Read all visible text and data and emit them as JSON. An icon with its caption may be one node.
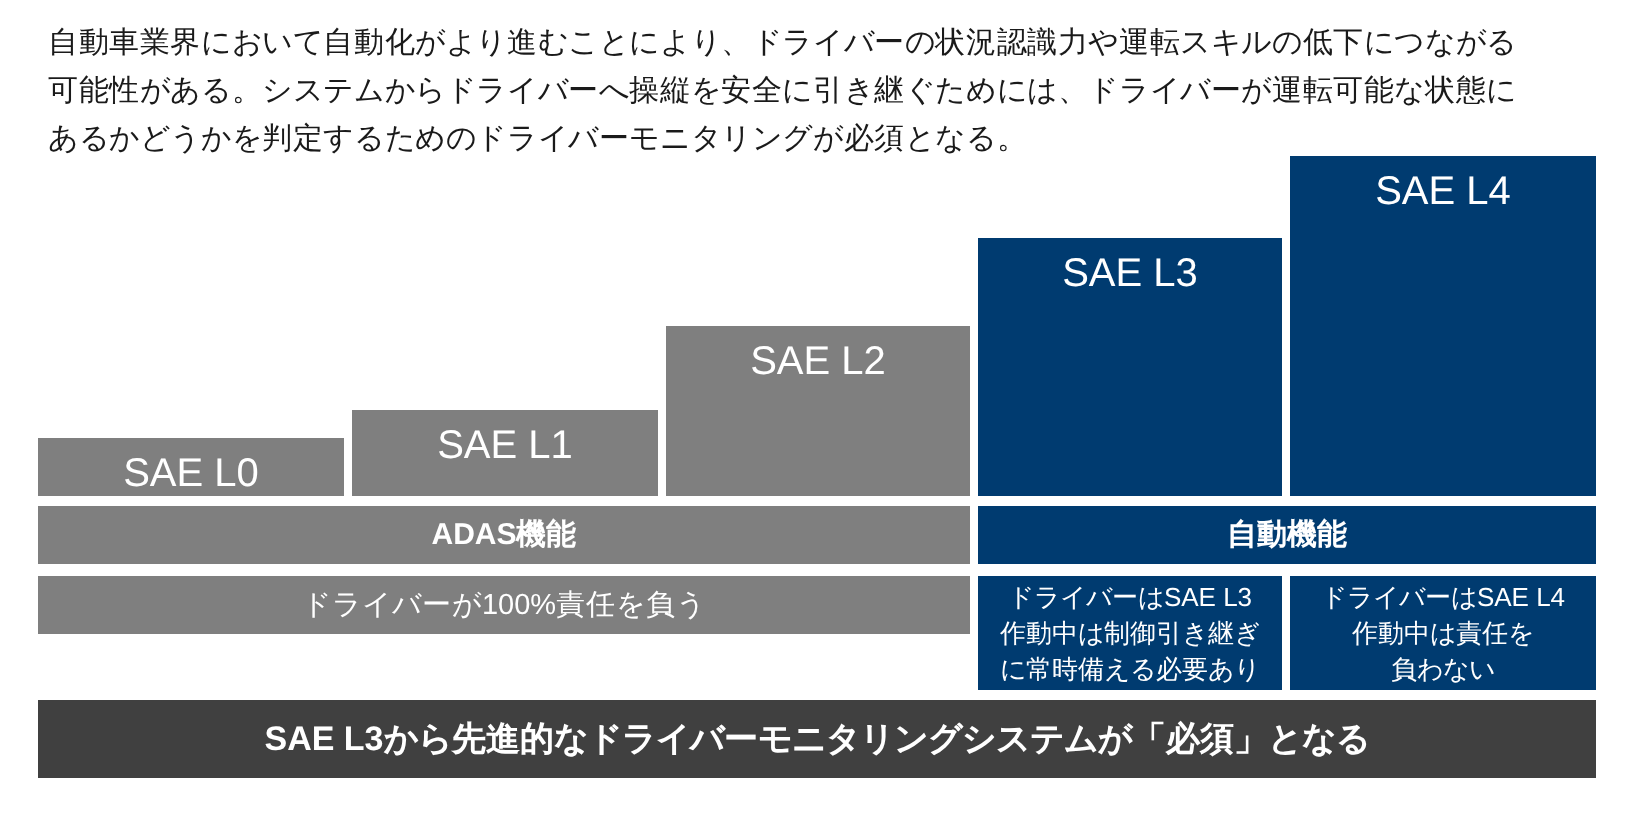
{
  "diagram": {
    "nodes": [
      {
        "text": [
          "SAE L0"
        ]
      },
      {
        "text": [
          "SAE L1"
        ]
      },
      {
        "text": [
          "SAE L2"
        ]
      },
      {
        "text": [
          "SAE L3"
        ]
      },
      {
        "text": [
          "SAE L4"
        ]
      },
      {
        "text": [
          "ADAS機能"
        ]
      },
      {
        "text": [
          "自動機能"
        ]
      },
      {
        "text": [
          "ドライバーが100%責任を負う"
        ]
      },
      {
        "text": [
          "ドライバーはSAE L3作動中は制御引き継ぎに常時備える必要あり"
        ]
      },
      {
        "text": [
          "ドライバーはSAE L4作動中は責任を負わない"
        ]
      },
      {
        "text": [
          "SAE L3から先進的なドライバーモニタリングシステムが「必須」となる"
        ]
      }
    ],
    "labels": [
      "自動車業界において自動化がより進むことにより、ドライバーの状況認識力や運転スキルの低下につながる可能性がある。システムからドライバーへ操縦を安全に引き継ぐためには、ドライバーが運転可能な状態にあるかどうかを判定するためのドライバーモニタリングが必須となる。"
    ]
  }
}
